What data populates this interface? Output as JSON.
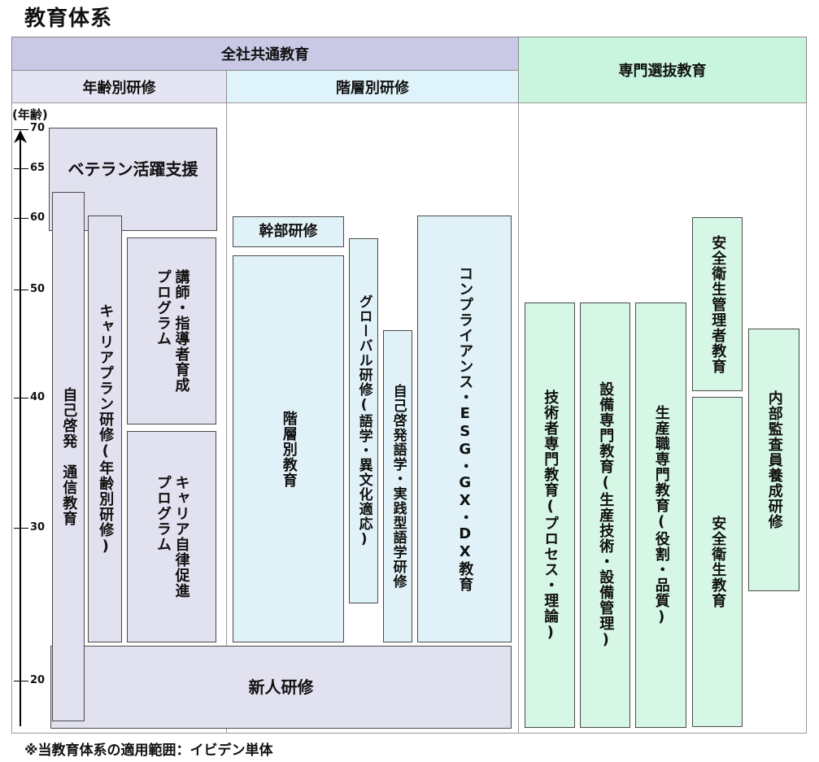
{
  "title": "教育体系",
  "headers": {
    "company_wide": "全社共通教育",
    "specialized": "専門選抜教育",
    "by_age": "年齢別研修",
    "by_level": "階層別研修"
  },
  "axis": {
    "label": "(年齢)",
    "ticks": [
      "70",
      "65",
      "60",
      "50",
      "40",
      "30",
      "20"
    ]
  },
  "programs": {
    "veteran": "ベテラン活躍支援",
    "self_dev_line1": "自己啓発",
    "self_dev_line2": "通信教育",
    "career_plan": "キャリアプラン研修(年齢別研修)",
    "instructor_line1": "講師・指導者育成",
    "instructor_line2": "プログラム",
    "career_auto_line1": "キャリア自律促進",
    "career_auto_line2": "プログラム",
    "executive": "幹部研修",
    "hierarchy": "階層別教育",
    "global": "グローバル研修(語学・異文化適応)",
    "language": "自己啓発語学・実践型語学研修",
    "compliance": "コンプライアンス・ESG・GX・DX教育",
    "new_hire": "新人研修",
    "engineer": "技術者専門教育(プロセス・理論)",
    "equipment": "設備専門教育(生産技術・設備管理)",
    "production": "生産職専門教育(役割・品質)",
    "safety_manager": "安全衛生管理者教育",
    "safety": "安全衛生教育",
    "audit": "内部監査員養成研修"
  },
  "footnote": "※当教育体系の適用範囲：イビデン単体"
}
